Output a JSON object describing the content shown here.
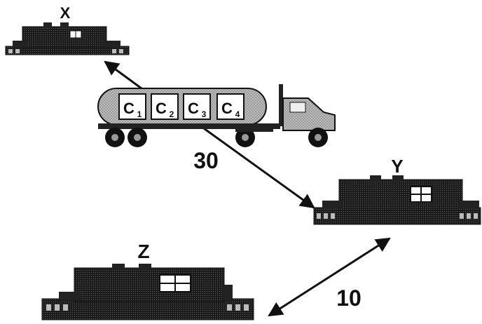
{
  "facilities": [
    {
      "id": "X",
      "label": "X"
    },
    {
      "id": "Y",
      "label": "Y"
    },
    {
      "id": "Z",
      "label": "Z"
    }
  ],
  "truck": {
    "compartments": [
      {
        "letter": "C",
        "sub": "1"
      },
      {
        "letter": "C",
        "sub": "2"
      },
      {
        "letter": "C",
        "sub": "3"
      },
      {
        "letter": "C",
        "sub": "4"
      }
    ]
  },
  "routes": [
    {
      "from": "truck",
      "to": "X",
      "distance": ""
    },
    {
      "from": "truck",
      "to": "Y",
      "distance": "30"
    },
    {
      "from": "Y",
      "to": "Z",
      "distance": "10"
    }
  ],
  "colors": {
    "ink": "#111111",
    "building": "#2a2a2a",
    "tank": "#bdbdbd",
    "window": "#ffffff"
  }
}
